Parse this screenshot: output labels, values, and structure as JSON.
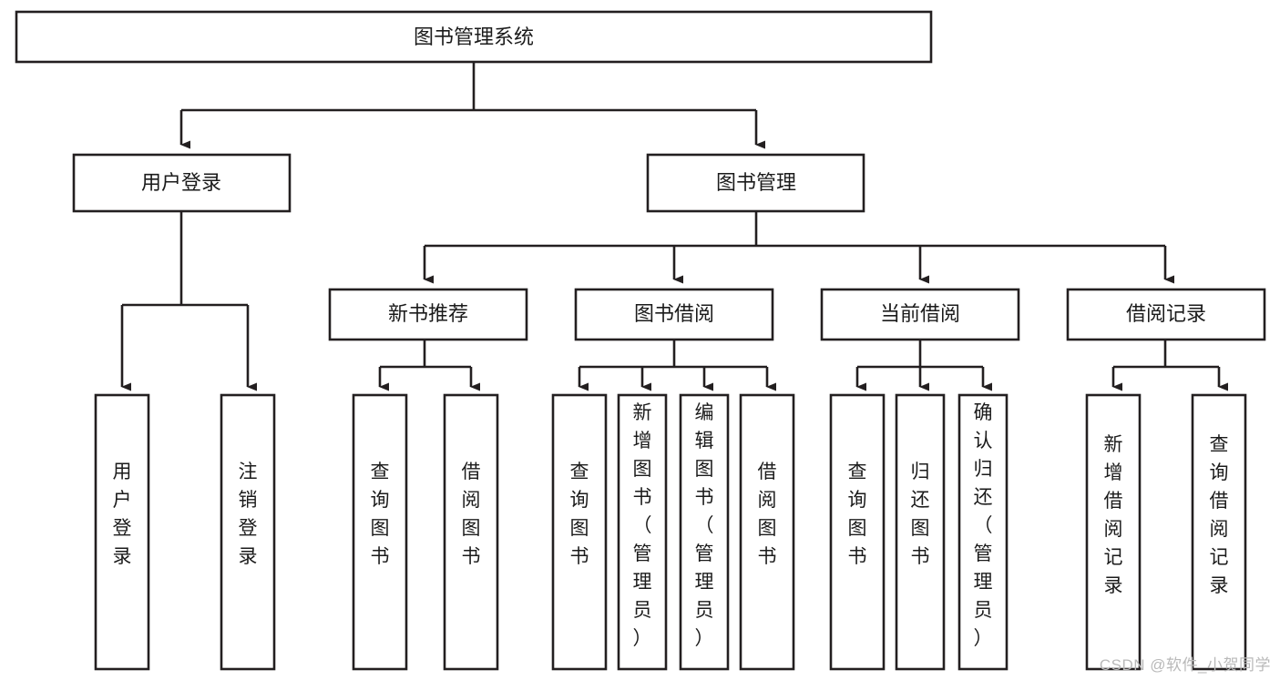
{
  "diagram": {
    "title": "图书管理系统",
    "type": "tree-hierarchy-chart",
    "watermark": "CSDN @软件_小贺同学",
    "colors": {
      "stroke": "#231f20",
      "fill": "#ffffff",
      "text": "#1b1b1b",
      "watermark": "#b9b9b9"
    },
    "levels": {
      "root": {
        "label": "图书管理系统"
      },
      "level2": [
        {
          "id": "user-login",
          "label": "用户登录"
        },
        {
          "id": "book-manage",
          "label": "图书管理"
        }
      ],
      "level3": [
        {
          "id": "new-book-recommend",
          "label": "新书推荐"
        },
        {
          "id": "book-borrow",
          "label": "图书借阅"
        },
        {
          "id": "current-borrow",
          "label": "当前借阅"
        },
        {
          "id": "borrow-record",
          "label": "借阅记录"
        }
      ],
      "leaves": [
        {
          "id": "leaf-user-login",
          "label": "用户登录",
          "parent": "user-login"
        },
        {
          "id": "leaf-logout",
          "label": "注销登录",
          "parent": "user-login"
        },
        {
          "id": "leaf-query-book-1",
          "label": "查询图书",
          "parent": "new-book-recommend"
        },
        {
          "id": "leaf-borrow-book-1",
          "label": "借阅图书",
          "parent": "new-book-recommend"
        },
        {
          "id": "leaf-query-book-2",
          "label": "查询图书",
          "parent": "book-borrow"
        },
        {
          "id": "leaf-add-book",
          "label": "新增图书（管理员）",
          "parent": "book-borrow"
        },
        {
          "id": "leaf-edit-book",
          "label": "编辑图书（管理员）",
          "parent": "book-borrow"
        },
        {
          "id": "leaf-borrow-book-2",
          "label": "借阅图书",
          "parent": "book-borrow"
        },
        {
          "id": "leaf-query-book-3",
          "label": "查询图书",
          "parent": "current-borrow"
        },
        {
          "id": "leaf-return-book",
          "label": "归还图书",
          "parent": "current-borrow"
        },
        {
          "id": "leaf-confirm-return",
          "label": "确认归还（管理员）",
          "parent": "current-borrow"
        },
        {
          "id": "leaf-add-record",
          "label": "新增借阅记录",
          "parent": "borrow-record"
        },
        {
          "id": "leaf-query-record",
          "label": "查询借阅记录",
          "parent": "borrow-record"
        }
      ]
    }
  }
}
